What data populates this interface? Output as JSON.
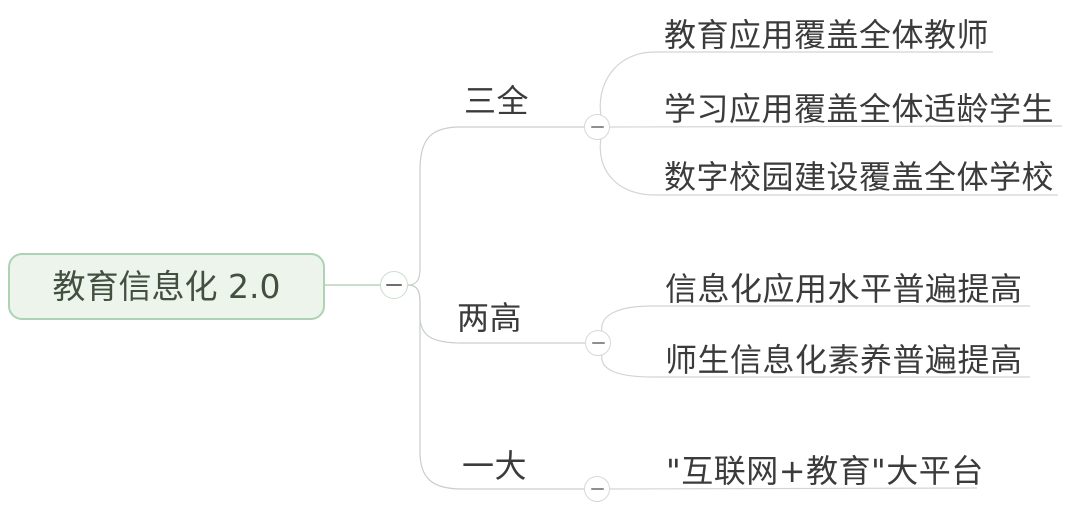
{
  "root": {
    "label": "教育信息化 2.0"
  },
  "branches": [
    {
      "label": "三全",
      "children": [
        "教育应用覆盖全体教师",
        "学习应用覆盖全体适龄学生",
        "数字校园建设覆盖全体学校"
      ]
    },
    {
      "label": "两高",
      "children": [
        "信息化应用水平普遍提高",
        "师生信息化素养普遍提高"
      ]
    },
    {
      "label": "一大",
      "children": [
        "\"互联网+教育\"大平台"
      ]
    }
  ],
  "icons": {
    "collapse": "minus-icon"
  },
  "colors": {
    "background": "#ffffff",
    "root_fill": "#ecf4ec",
    "root_border": "#aed3b4",
    "root_text": "#44503f",
    "node_text": "#3b3b3b",
    "root_connector_line": "#b9d3bb",
    "trunk_line": "#c9cfc9",
    "child_line": "#d4d4d4",
    "root_toggle_border": "#c9dfcb",
    "branch_toggle_border": "#d8d8d8",
    "root_minus": "#6f6f6f",
    "branch_minus": "#8f8f8f"
  }
}
